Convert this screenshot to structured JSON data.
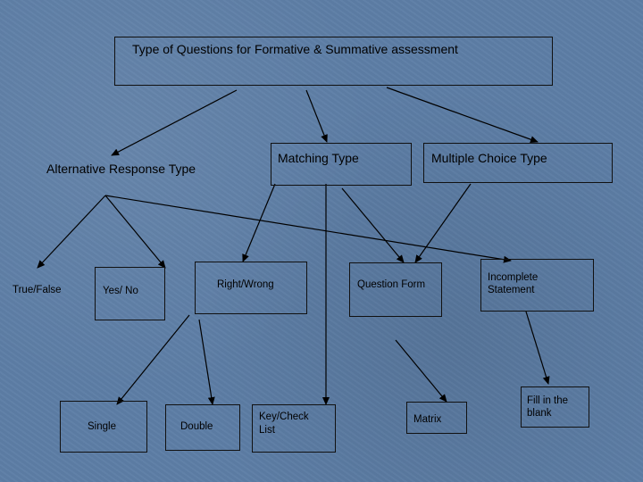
{
  "nodes": {
    "root": "Type  of Questions for Formative & Summative assessment",
    "alternative": "Alternative Response Type",
    "matching": "Matching   Type",
    "multiple": "Multiple Choice Type",
    "true_false": "True/False",
    "yes_no": "Yes/ No",
    "right_wrong": "Right/Wrong",
    "question_form": "Question Form",
    "incomplete_line1": "Incomplete",
    "incomplete_line2": "Statement",
    "single": "Single",
    "double": "Double",
    "key_check_line1": "Key/Check",
    "key_check_line2": "List",
    "matrix": "Matrix",
    "fill_line1": "Fill in the",
    "fill_line2": "blank"
  },
  "colors": {
    "background": "#5d7ea6",
    "line": "#000000"
  }
}
